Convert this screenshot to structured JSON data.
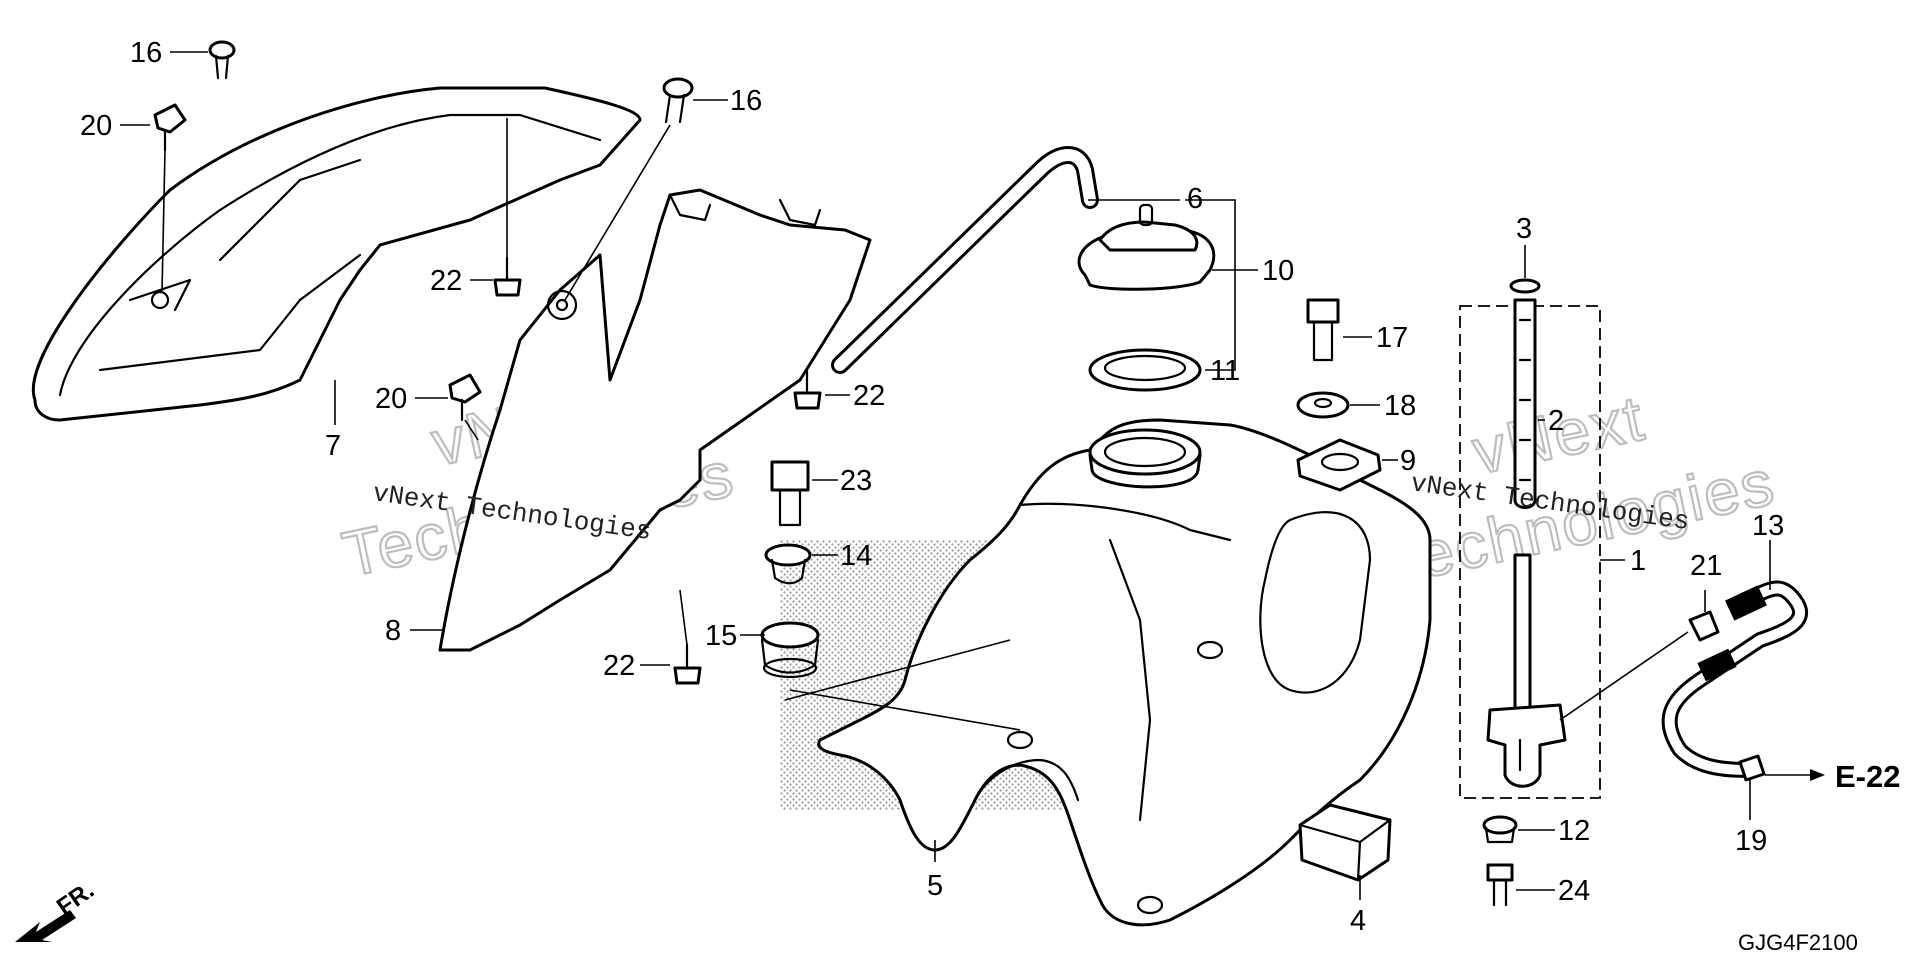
{
  "labels": {
    "l1": "1",
    "l2": "2",
    "l3": "3",
    "l4": "4",
    "l5": "5",
    "l6": "6",
    "l7": "7",
    "l8": "8",
    "l9": "9",
    "l10": "10",
    "l11": "11",
    "l12": "12",
    "l13": "13",
    "l14": "14",
    "l15": "15",
    "l16a": "16",
    "l16b": "16",
    "l17": "17",
    "l18": "18",
    "l19": "19",
    "l20a": "20",
    "l20b": "20",
    "l21": "21",
    "l22a": "22",
    "l22b": "22",
    "l22c": "22",
    "l23": "23",
    "l24": "24"
  },
  "reference": "E-22",
  "front_marker": "FR.",
  "diagram_code": "GJG4F2100",
  "watermarks": {
    "small_1": "vNext Technologies",
    "small_2": "vNext Technologies",
    "big_1a": "vNext",
    "big_1b": "Technologies",
    "big_2a": "vNext",
    "big_2b": "Technologies"
  }
}
